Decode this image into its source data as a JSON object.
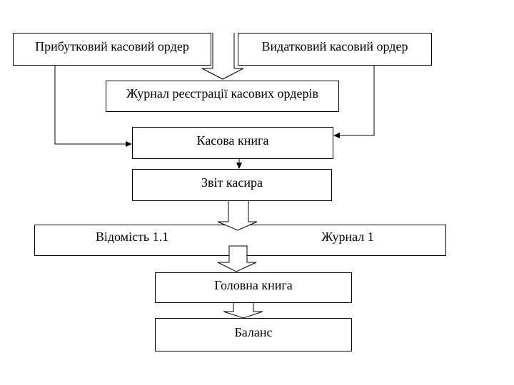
{
  "diagram": {
    "nodes": {
      "incoming_order": {
        "label": "Прибутковий касовий ордер"
      },
      "outgoing_order": {
        "label": "Видатковий касовий ордер"
      },
      "registration_journal": {
        "label": "Журнал реєстрації касових ордерів"
      },
      "cash_book": {
        "label": "Касова книга"
      },
      "cashier_report": {
        "label": "Звіт касира"
      },
      "statement": {
        "label": "Відомість 1.1"
      },
      "journal_1": {
        "label": "Журнал 1"
      },
      "general_ledger": {
        "label": "Головна книга"
      },
      "balance": {
        "label": "Баланс"
      }
    },
    "connections": [
      {
        "from": "incoming_order",
        "to": "registration_journal",
        "style": "block-arrow"
      },
      {
        "from": "outgoing_order",
        "to": "registration_journal",
        "style": "block-arrow"
      },
      {
        "from": "incoming_order",
        "to": "cash_book",
        "style": "line-arrow"
      },
      {
        "from": "outgoing_order",
        "to": "cash_book",
        "style": "line-arrow"
      },
      {
        "from": "cash_book",
        "to": "cashier_report",
        "style": "line-arrow"
      },
      {
        "from": "cashier_report",
        "to": "statement_journal_row",
        "style": "block-arrow"
      },
      {
        "from": "statement_journal_row",
        "to": "general_ledger",
        "style": "block-arrow"
      },
      {
        "from": "general_ledger",
        "to": "balance",
        "style": "block-arrow"
      }
    ],
    "colors": {
      "line": "#000000",
      "box_fill": "#ffffff",
      "background": "#ffffff",
      "text": "#000000"
    }
  }
}
